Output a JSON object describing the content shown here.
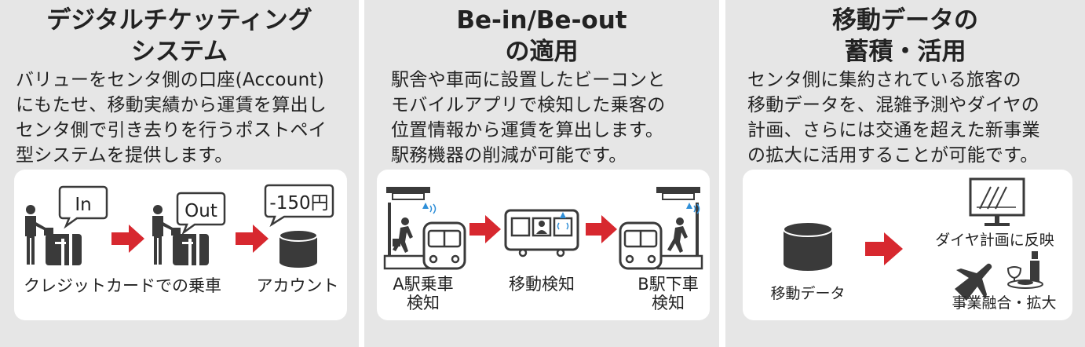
{
  "panels": [
    {
      "title_line1": "デジタルチケッティング",
      "title_line2": "システム",
      "body": "バリューをセンタ側の口座(Account)\nにもたせ、移動実績から運賃を算出し\nセンタ側で引き去りを行うポストペイ\n型システムを提供します。",
      "bubble_in": "In",
      "bubble_out": "Out",
      "bubble_amount": "-150円",
      "label_boarding": "クレジットカードでの乗車",
      "label_account": "アカウント"
    },
    {
      "title_line1": "Be-in/Be-out",
      "title_line2": "の適用",
      "body": "駅舎や車両に設置したビーコンと\nモバイルアプリで検知した乗客の\n位置情報から運賃を算出します。\n駅務機器の削減が可能です。",
      "label_a_line1": "A駅乗車",
      "label_a_line2": "検知",
      "label_move": "移動検知",
      "label_b_line1": "B駅下車",
      "label_b_line2": "検知"
    },
    {
      "title_line1": "移動データの",
      "title_line2": "蓄積・活用",
      "body": "センタ側に集約されている旅客の\n移動データを、混雑予測やダイヤの\n計画、さらには交通を超えた新事業\nの拡大に活用することが可能です。",
      "label_data": "移動データ",
      "label_plan": "ダイヤ計画に反映",
      "label_biz": "事業融合・拡大"
    }
  ],
  "colors": {
    "arrow": "#d7282f",
    "icon": "#3a3a3a",
    "beacon": "#2f8fd8",
    "panel": "#e6e6e6"
  }
}
